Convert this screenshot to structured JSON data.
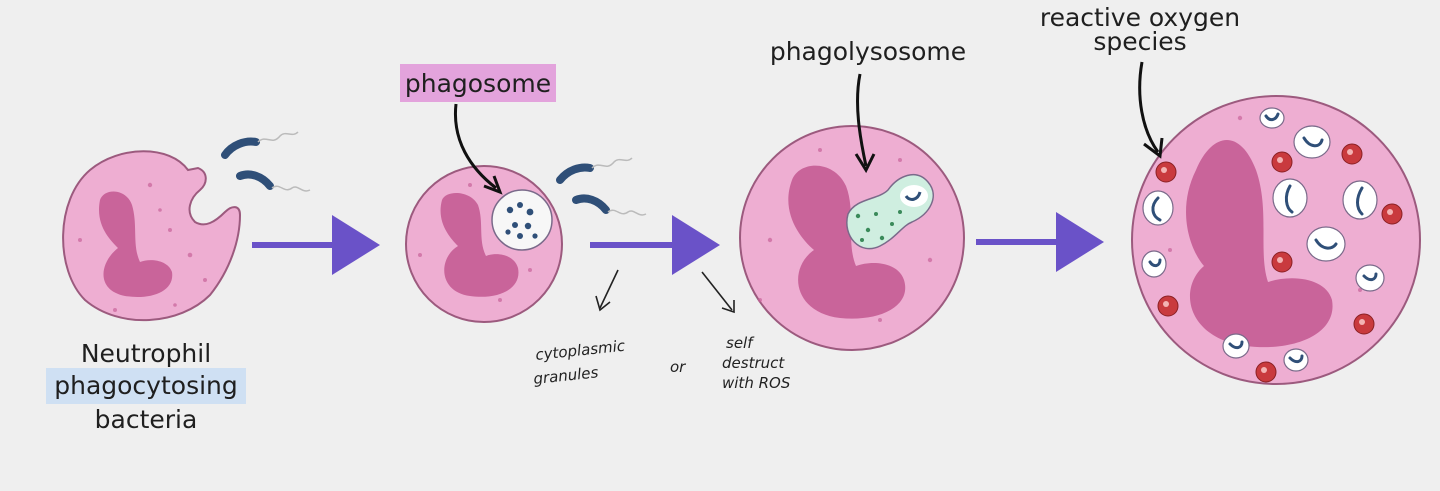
{
  "labels": {
    "neutrophil_line1": "Neutrophil",
    "neutrophil_line2": "phagocytosing",
    "neutrophil_line3": "bacteria",
    "phagosome": "phagosome",
    "phagolysosome": "phagolysosome",
    "ros_line1": "reactive oxygen",
    "ros_line2": "species"
  },
  "handwritten": {
    "left_line1": "cytoplasmic",
    "left_line2": "granules",
    "or": "or",
    "right_line1": "self",
    "right_line2": "destruct",
    "right_line3": "with ROS"
  },
  "colors": {
    "background": "#efefef",
    "cell_fill": "#eeaed2",
    "cell_stroke": "#9c5a7e",
    "nucleus": "#c9649a",
    "arrow": "#6a52c8",
    "bacteria": "#2f4f78",
    "phagosome_highlight": "#e3a3dc",
    "phagocytosing_highlight": "#cfe0f3",
    "ros": "#c93a3e",
    "phagolysosome_fill": "#cfeee0"
  }
}
